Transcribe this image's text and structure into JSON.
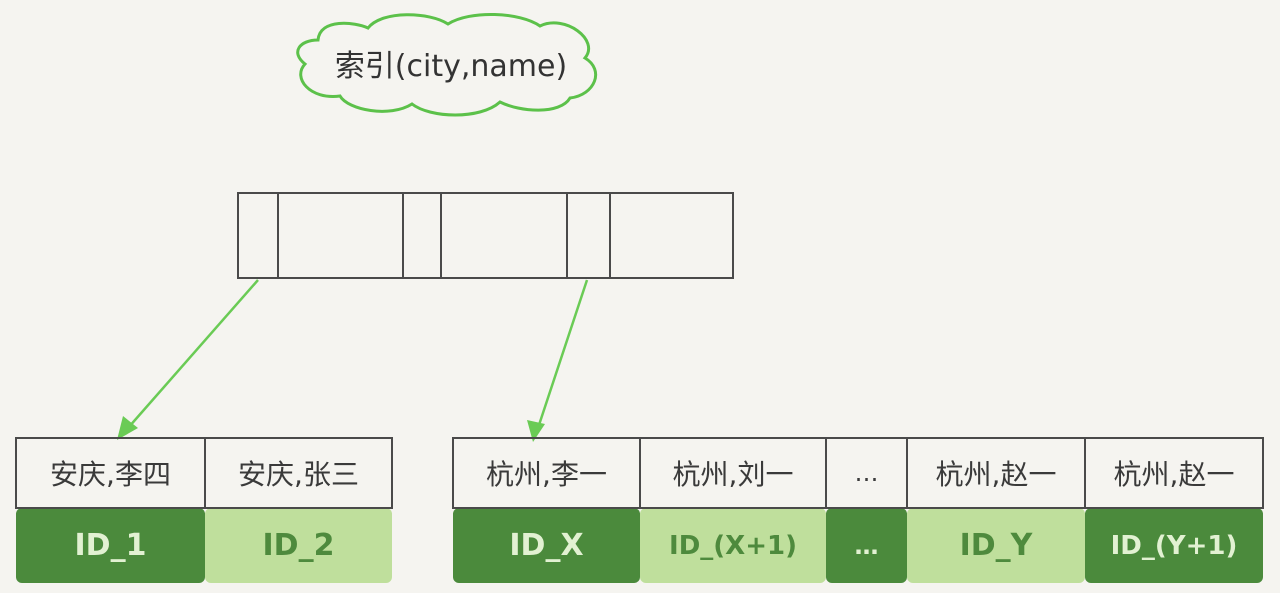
{
  "index_label": "索引(city,name)",
  "leaves": [
    {
      "cells": [
        {
          "key": "安庆,李四",
          "id": "ID_1",
          "dark": true
        },
        {
          "key": "安庆,张三",
          "id": "ID_2",
          "dark": false
        }
      ]
    },
    {
      "cells": [
        {
          "key": "杭州,李一",
          "id": "ID_X",
          "dark": true
        },
        {
          "key": "杭州,刘一",
          "id": "ID_(X+1)",
          "dark": false
        },
        {
          "key": "…",
          "id": "…",
          "dark": true
        },
        {
          "key": "杭州,赵一",
          "id": "ID_Y",
          "dark": false
        },
        {
          "key": "杭州,赵一",
          "id": "ID_(Y+1)",
          "dark": true
        }
      ]
    }
  ],
  "colors": {
    "green_outline": "#5cc14a",
    "arrow": "#6acb55",
    "id_dark": "#4b8a3c",
    "id_light": "#bfdf9c",
    "id_text_dark": "#e2f1d2",
    "id_text_light": "#4e8a3d",
    "box_stroke": "#4a4a4a"
  }
}
